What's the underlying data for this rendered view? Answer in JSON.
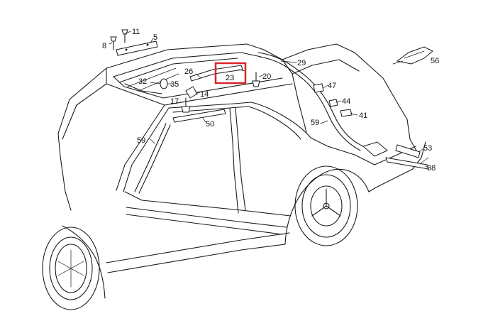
{
  "colors": {
    "background": "#ffffff",
    "line": "#1a1a1a",
    "highlight": "#d9252a"
  },
  "highlighted_part": "23",
  "callouts": {
    "c11": "11",
    "c5": "5",
    "c8": "8",
    "c29": "29",
    "c56": "56",
    "c26": "26",
    "c23": "23",
    "c20": "20",
    "c32": "32",
    "c35": "35",
    "c14": "14",
    "c47": "47",
    "c17": "17",
    "c44": "44",
    "c41": "41",
    "c50": "50",
    "c59a": "59",
    "c59b": "59",
    "c53": "53",
    "c38": "38"
  }
}
